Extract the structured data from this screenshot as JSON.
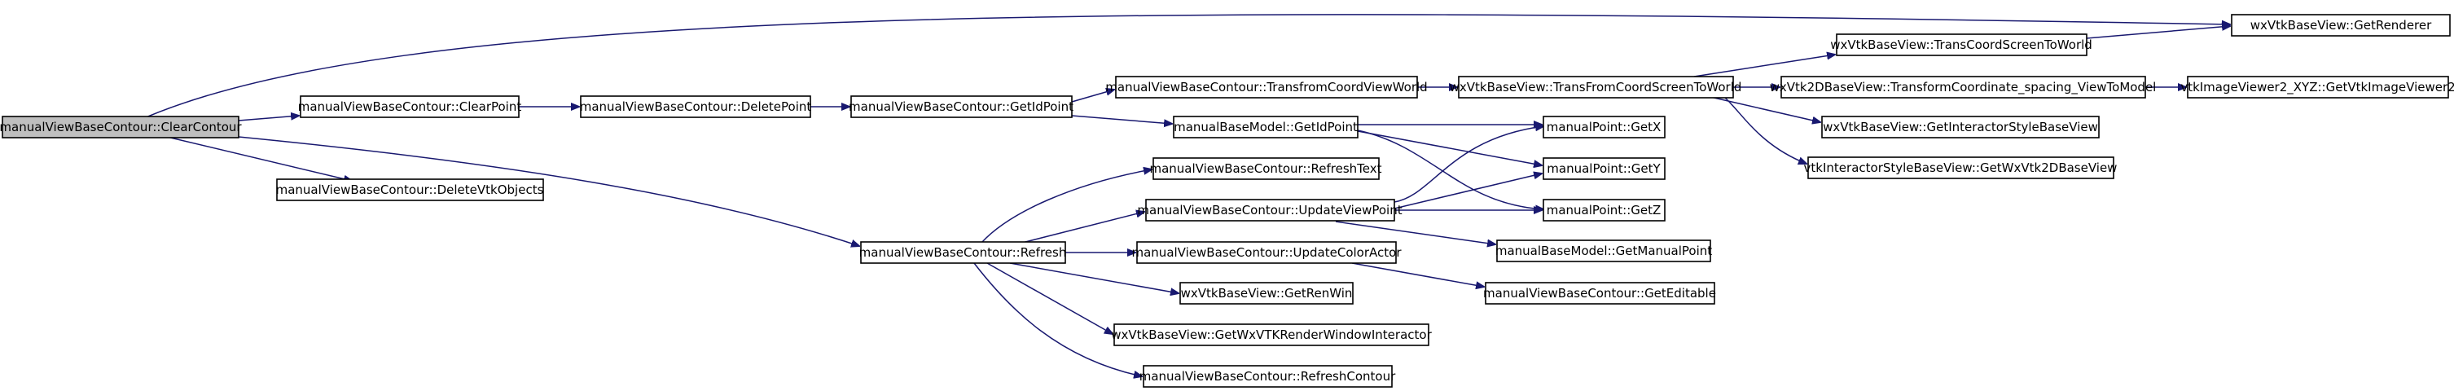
{
  "graph": {
    "colors": {
      "edge": "#191970",
      "root_fill": "#bfbfbf",
      "node_fill": "#ffffff",
      "node_stroke": "#000000"
    },
    "nodes": [
      {
        "id": "n_clearcontour",
        "label": "manualViewBaseContour::ClearContour",
        "root": true
      },
      {
        "id": "n_clearpoint",
        "label": "manualViewBaseContour::ClearPoint"
      },
      {
        "id": "n_deletevtk",
        "label": "manualViewBaseContour::DeleteVtkObjects"
      },
      {
        "id": "n_deletepoint",
        "label": "manualViewBaseContour::DeletePoint"
      },
      {
        "id": "n_getidpoint",
        "label": "manualViewBaseContour::GetIdPoint"
      },
      {
        "id": "n_transfromcoordviewworld",
        "label": "manualViewBaseContour::TransfromCoordViewWorld"
      },
      {
        "id": "n_model_getidpoint",
        "label": "manualBaseModel::GetIdPoint"
      },
      {
        "id": "n_transfromcoordscreentoworld",
        "label": "wxVtkBaseView::TransFromCoordScreenToWorld"
      },
      {
        "id": "n_transcoordscreentoworld",
        "label": "wxVtkBaseView::TransCoordScreenToWorld"
      },
      {
        "id": "n_getrenderer",
        "label": "wxVtkBaseView::GetRenderer"
      },
      {
        "id": "n_transformcoordinate",
        "label": "wxVtk2DBaseView::TransformCoordinate_spacing_ViewToModel"
      },
      {
        "id": "n_getvtkimageviewer2",
        "label": "vtkImageViewer2_XYZ::GetVtkImageViewer2"
      },
      {
        "id": "n_getinteractorstyle",
        "label": "wxVtkBaseView::GetInteractorStyleBaseView"
      },
      {
        "id": "n_getwxvtk2dbaseview",
        "label": "vtkInteractorStyleBaseView::GetWxVtk2DBaseView"
      },
      {
        "id": "n_getx",
        "label": "manualPoint::GetX"
      },
      {
        "id": "n_gety",
        "label": "manualPoint::GetY"
      },
      {
        "id": "n_getz",
        "label": "manualPoint::GetZ"
      },
      {
        "id": "n_refreshtext",
        "label": "manualViewBaseContour::RefreshText"
      },
      {
        "id": "n_updateviewpoint",
        "label": "manualViewBaseContour::UpdateViewPoint"
      },
      {
        "id": "n_refresh",
        "label": "manualViewBaseContour::Refresh"
      },
      {
        "id": "n_updatecoloractor",
        "label": "manualViewBaseContour::UpdateColorActor"
      },
      {
        "id": "n_getmanualpoint",
        "label": "manualBaseModel::GetManualPoint"
      },
      {
        "id": "n_getrenwin",
        "label": "wxVtkBaseView::GetRenWin"
      },
      {
        "id": "n_geteditable",
        "label": "manualViewBaseContour::GetEditable"
      },
      {
        "id": "n_getwxvtkrwi",
        "label": "wxVtkBaseView::GetWxVTKRenderWindowInteractor"
      },
      {
        "id": "n_refreshcontour",
        "label": "manualViewBaseContour::RefreshContour"
      }
    ]
  }
}
